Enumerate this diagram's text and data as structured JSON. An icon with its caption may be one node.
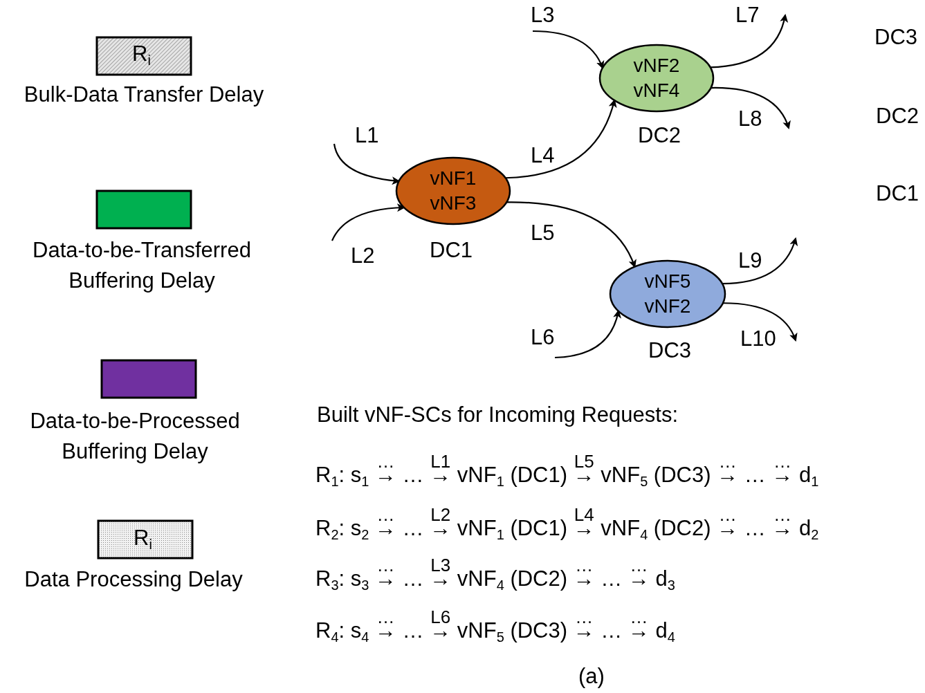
{
  "diagram": {
    "caption": "(a)",
    "nodes": [
      {
        "text": [
          "vNF1",
          "vNF3"
        ],
        "beside": [
          "DC1"
        ]
      },
      {
        "text": [
          "vNF2",
          "vNF4"
        ],
        "beside": [
          "DC2"
        ]
      },
      {
        "text": [
          "vNF5",
          "vNF2"
        ],
        "beside": [
          "DC3"
        ]
      }
    ],
    "edges": [
      {
        "from": null,
        "to": 0,
        "arrow": "to",
        "label": "L1"
      },
      {
        "from": null,
        "to": 0,
        "arrow": "to",
        "label": "L2"
      },
      {
        "from": null,
        "to": 1,
        "arrow": "to",
        "label": "L3"
      },
      {
        "from": 0,
        "to": 1,
        "arrow": "to",
        "label": "L4"
      },
      {
        "from": 0,
        "to": 2,
        "arrow": "to",
        "label": "L5"
      },
      {
        "from": null,
        "to": 2,
        "arrow": "to",
        "label": "L6"
      },
      {
        "from": 1,
        "to": null,
        "arrow": "to",
        "label": "L7"
      },
      {
        "from": 1,
        "to": null,
        "arrow": "to",
        "label": "L8"
      },
      {
        "from": 2,
        "to": null,
        "arrow": "to",
        "label": "L9"
      },
      {
        "from": 2,
        "to": null,
        "arrow": "to",
        "label": "L10"
      }
    ],
    "labels": [
      "R$_{i}$",
      "R$_{i}$",
      "DC3",
      "DC2",
      "DC1",
      "Built vNF-SCs for Incoming Requests:",
      "…",
      "L1",
      "L5",
      "…",
      "…",
      "R$_{1}$: s$_{1}$ → … → vNF$_{1}$ (DC1) → vNF$_{5}$ (DC3) → … → d$_{1}$",
      "…",
      "L2",
      "L4",
      "…",
      "…",
      "R$_{2}$: s$_{2}$ → … → vNF$_{1}$ (DC1) → vNF$_{4}$ (DC2) → … → d$_{2}$",
      "…",
      "L3",
      "…",
      "…",
      "R$_{3}$: s$_{3}$ → … → vNF$_{4}$ (DC2) → … → d$_{3}$",
      "…",
      "L6",
      "…",
      "…",
      "R$_{4}$: s$_{4}$ → … → vNF$_{5}$ (DC3) → … → d$_{4}$"
    ],
    "legend": [
      {
        "text": "Bulk-Data Transfer Delay"
      },
      {
        "text": "Data-to-be-Transferred Buffering Delay",
        "color": "#00b050"
      },
      {
        "text": "Data-to-be-Processed Buffering Delay",
        "color": "#7030a0"
      },
      {
        "text": "Data Processing Delay"
      }
    ]
  }
}
